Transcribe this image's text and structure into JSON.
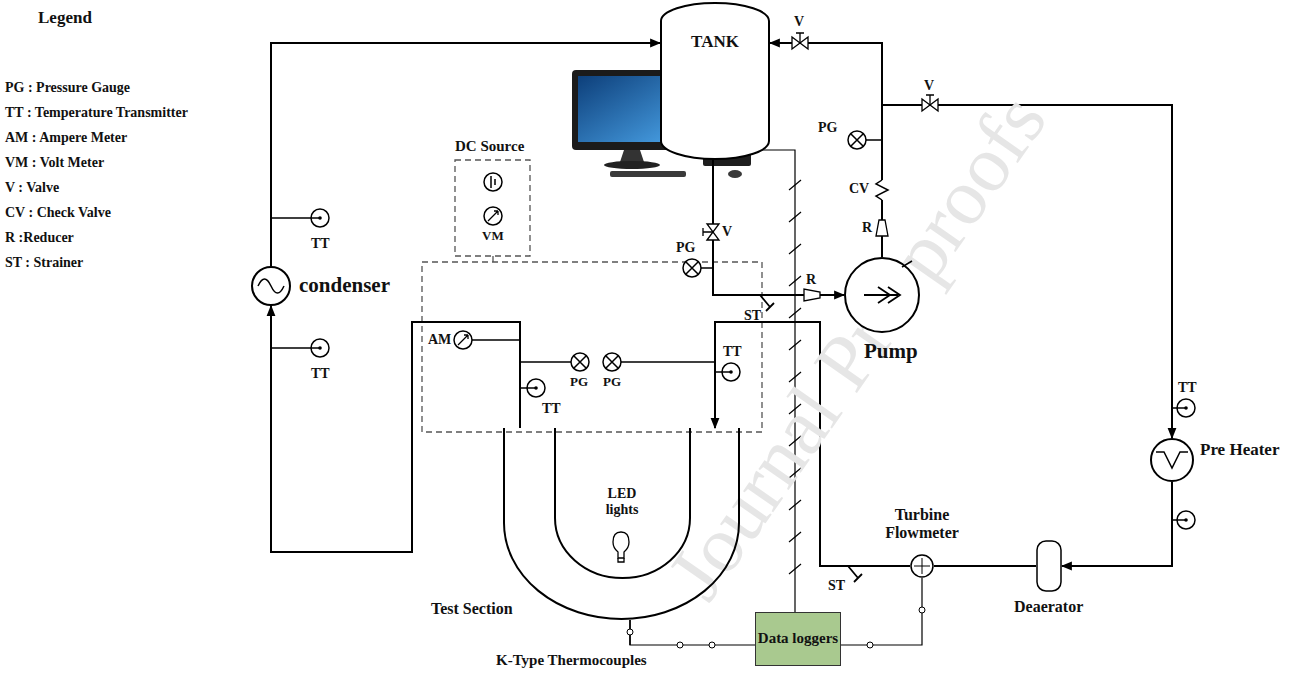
{
  "diagram": {
    "nodes": [
      {
        "text": [
          "TANK"
        ]
      },
      {
        "text": [
          "condenser"
        ]
      },
      {
        "text": [
          "DC Source"
        ]
      },
      {
        "text": [
          "LED lights",
          "Test Section"
        ]
      },
      {
        "text": [
          "Pump"
        ]
      },
      {
        "text": [
          "Pre Heater"
        ]
      },
      {
        "text": [
          "Deaerator"
        ]
      },
      {
        "text": [
          "Turbine Flowmeter"
        ]
      },
      {
        "text": [
          "Data loggers"
        ]
      }
    ],
    "edges": [
      {
        "from": 1,
        "to": 0,
        "arrow": "to"
      },
      {
        "from": 3,
        "to": 1,
        "arrow": "to"
      },
      {
        "from": 0,
        "to": 4,
        "arrow": "to"
      },
      {
        "from": 4,
        "to": 0,
        "arrow": "to"
      },
      {
        "from": 4,
        "to": 5,
        "arrow": "to"
      },
      {
        "from": 5,
        "to": 6,
        "arrow": "to"
      },
      {
        "from": 6,
        "to": 7,
        "arrow": "none"
      },
      {
        "from": 7,
        "to": 3,
        "arrow": "to"
      },
      {
        "from": 3,
        "to": 8,
        "arrow": "none"
      },
      {
        "from": 7,
        "to": 8,
        "arrow": "none"
      }
    ],
    "labels": [
      "Legend",
      "TT",
      "TT",
      "AM",
      "VM",
      "PG",
      "PG",
      "TT",
      "TT",
      "V",
      "V",
      "V",
      "PG",
      "CV",
      "R",
      "PG",
      "ST",
      "R",
      "TT",
      "ST",
      "K-Type Thermocouples",
      "Journal Pre-proofs"
    ],
    "legend": [
      {
        "text": "PG : Pressure Gauge"
      },
      {
        "text": "TT : Temperature Transmitter"
      },
      {
        "text": "AM : Ampere Meter"
      },
      {
        "text": "VM : Volt Meter"
      },
      {
        "text": "V : Valve"
      },
      {
        "text": "CV : Check Valve"
      },
      {
        "text": "R :Reducer"
      },
      {
        "text": "ST : Strainer"
      }
    ]
  }
}
